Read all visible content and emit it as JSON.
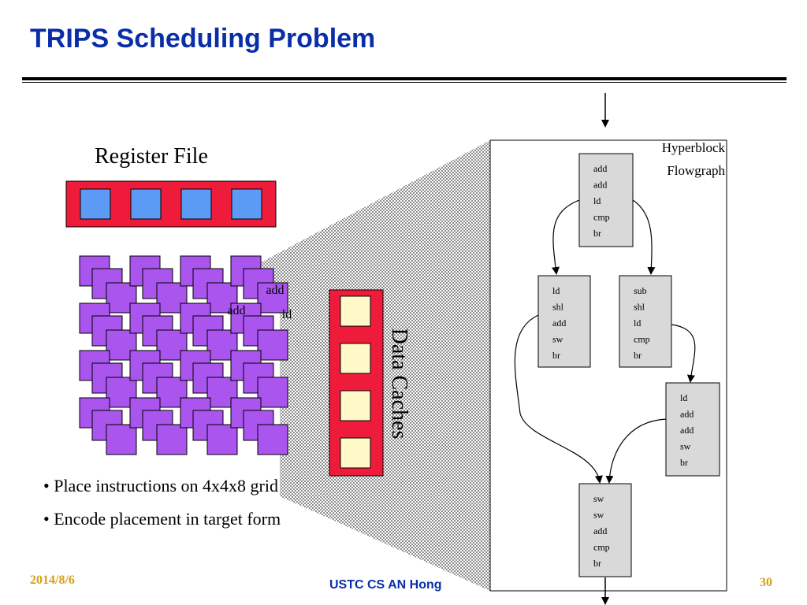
{
  "title": "TRIPS Scheduling Problem",
  "register_file_label": "Register File",
  "data_caches_label": "Data Caches",
  "hyperblock_label": [
    "Hyperblock",
    "Flowgraph"
  ],
  "grid_labels": [
    "add",
    "add",
    "ld"
  ],
  "blocks": [
    [
      "add",
      "add",
      "ld",
      "cmp",
      "br"
    ],
    [
      "ld",
      "shl",
      "add",
      "sw",
      "br"
    ],
    [
      "sub",
      "shl",
      "ld",
      "cmp",
      "br"
    ],
    [
      "ld",
      "add",
      "add",
      "sw",
      "br"
    ],
    [
      "sw",
      "sw",
      "add",
      "cmp",
      "br"
    ]
  ],
  "bullets": [
    "• Place instructions on 4x4x8 grid",
    "• Encode placement in target form"
  ],
  "footer": {
    "date": "2014/8/6",
    "center": "USTC CS AN Hong",
    "page": "30"
  },
  "colors": {
    "title": "#0a2ea8",
    "register_frame": "#ee1c3a",
    "register_cell": "#5b9bf5",
    "alu": "#aa55ee",
    "cache_cell": "#fff8c8",
    "block_fill": "#d9d9d9",
    "footer_gold": "#d4a017"
  }
}
